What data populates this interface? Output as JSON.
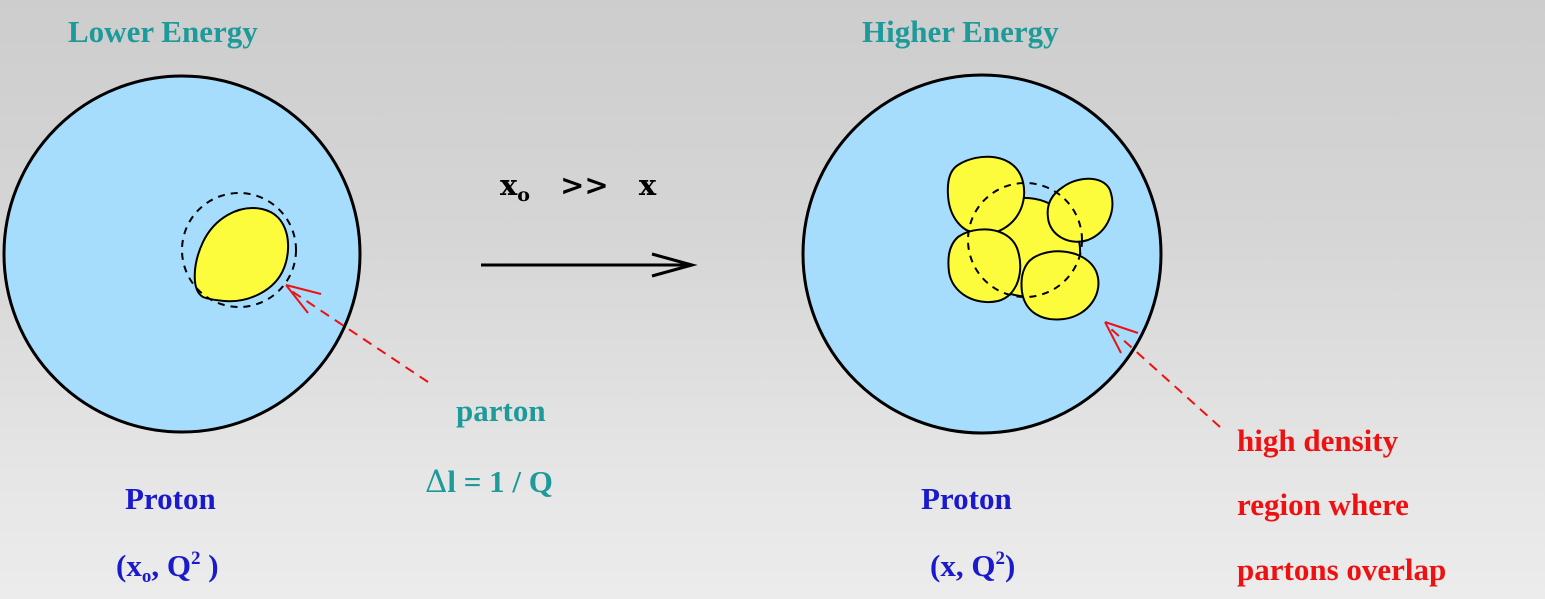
{
  "left_panel": {
    "header": "Lower Energy",
    "proton_label": "Proton",
    "coords": {
      "open": "(x",
      "sub": "o",
      "mid": ", Q",
      "sup": "2",
      "close": " )"
    }
  },
  "right_panel": {
    "header": "Higher Energy",
    "proton_label": "Proton",
    "coords": {
      "open": "(x, Q",
      "sup": "2",
      "close": ")"
    }
  },
  "middle": {
    "relation": {
      "lhs": "x",
      "lhs_sub": "o",
      "op": ">>",
      "rhs": "x"
    },
    "parton_label": "parton",
    "resolution": {
      "delta": "Δ",
      "expr": "l = 1 / Q"
    }
  },
  "annotation": {
    "lines": [
      "high density",
      "region where",
      "partons overlap"
    ]
  },
  "colors": {
    "proton_fill": "#a6dcfc",
    "parton_fill": "#fcfc3c",
    "teal_text": "#1e9a9a",
    "blue_text": "#1a1acc",
    "red_text": "#ee1111",
    "pointer": "#ee1111"
  }
}
